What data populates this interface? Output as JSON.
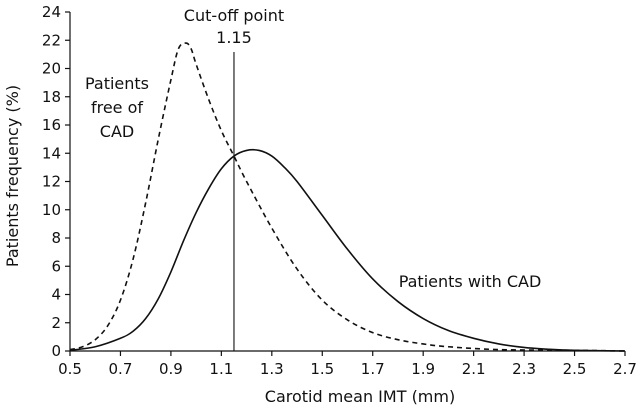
{
  "chart_data": {
    "type": "line",
    "xlabel": "Carotid mean IMT (mm)",
    "ylabel": "Patients frequency (%)",
    "xlim": [
      0.5,
      2.7
    ],
    "ylim": [
      0,
      24
    ],
    "xticks": [
      "0.5",
      "0.7",
      "0.9",
      "1.1",
      "1.3",
      "1.5",
      "1.7",
      "1.9",
      "2.1",
      "2.3",
      "2.5",
      "2.7"
    ],
    "yticks": [
      "0",
      "2",
      "4",
      "6",
      "8",
      "10",
      "12",
      "14",
      "16",
      "18",
      "20",
      "22",
      "24"
    ],
    "series": [
      {
        "name": "Patients free of CAD",
        "label_lines": [
          "Patients",
          "free of",
          "CAD"
        ],
        "style": "dashed",
        "points": [
          [
            0.5,
            0.1
          ],
          [
            0.55,
            0.3
          ],
          [
            0.6,
            0.8
          ],
          [
            0.65,
            1.8
          ],
          [
            0.7,
            3.6
          ],
          [
            0.75,
            6.5
          ],
          [
            0.8,
            10.5
          ],
          [
            0.85,
            15.0
          ],
          [
            0.9,
            19.2
          ],
          [
            0.93,
            21.4
          ],
          [
            0.96,
            21.8
          ],
          [
            0.98,
            21.4
          ],
          [
            1.0,
            20.3
          ],
          [
            1.05,
            17.8
          ],
          [
            1.1,
            15.6
          ],
          [
            1.15,
            13.8
          ],
          [
            1.2,
            12.0
          ],
          [
            1.3,
            8.7
          ],
          [
            1.4,
            5.8
          ],
          [
            1.5,
            3.6
          ],
          [
            1.6,
            2.2
          ],
          [
            1.7,
            1.3
          ],
          [
            1.8,
            0.8
          ],
          [
            1.9,
            0.5
          ],
          [
            2.0,
            0.3
          ],
          [
            2.2,
            0.1
          ],
          [
            2.5,
            0.05
          ],
          [
            2.7,
            0.0
          ]
        ]
      },
      {
        "name": "Patients with CAD",
        "label_lines": [
          "Patients with CAD"
        ],
        "style": "solid",
        "points": [
          [
            0.5,
            0.05
          ],
          [
            0.6,
            0.3
          ],
          [
            0.7,
            0.9
          ],
          [
            0.75,
            1.4
          ],
          [
            0.8,
            2.3
          ],
          [
            0.85,
            3.7
          ],
          [
            0.9,
            5.6
          ],
          [
            0.95,
            7.8
          ],
          [
            1.0,
            9.8
          ],
          [
            1.05,
            11.5
          ],
          [
            1.1,
            12.9
          ],
          [
            1.15,
            13.8
          ],
          [
            1.2,
            14.2
          ],
          [
            1.25,
            14.2
          ],
          [
            1.3,
            13.8
          ],
          [
            1.35,
            13.0
          ],
          [
            1.4,
            12.0
          ],
          [
            1.5,
            9.6
          ],
          [
            1.6,
            7.2
          ],
          [
            1.7,
            5.1
          ],
          [
            1.8,
            3.5
          ],
          [
            1.9,
            2.3
          ],
          [
            2.0,
            1.45
          ],
          [
            2.1,
            0.9
          ],
          [
            2.2,
            0.5
          ],
          [
            2.3,
            0.25
          ],
          [
            2.4,
            0.12
          ],
          [
            2.5,
            0.05
          ],
          [
            2.7,
            0.0
          ]
        ]
      }
    ],
    "annotations": [
      {
        "type": "vline",
        "x": 1.15,
        "label_lines": [
          "Cut-off point",
          "1.15"
        ]
      }
    ],
    "grid": false,
    "legend": "none"
  }
}
